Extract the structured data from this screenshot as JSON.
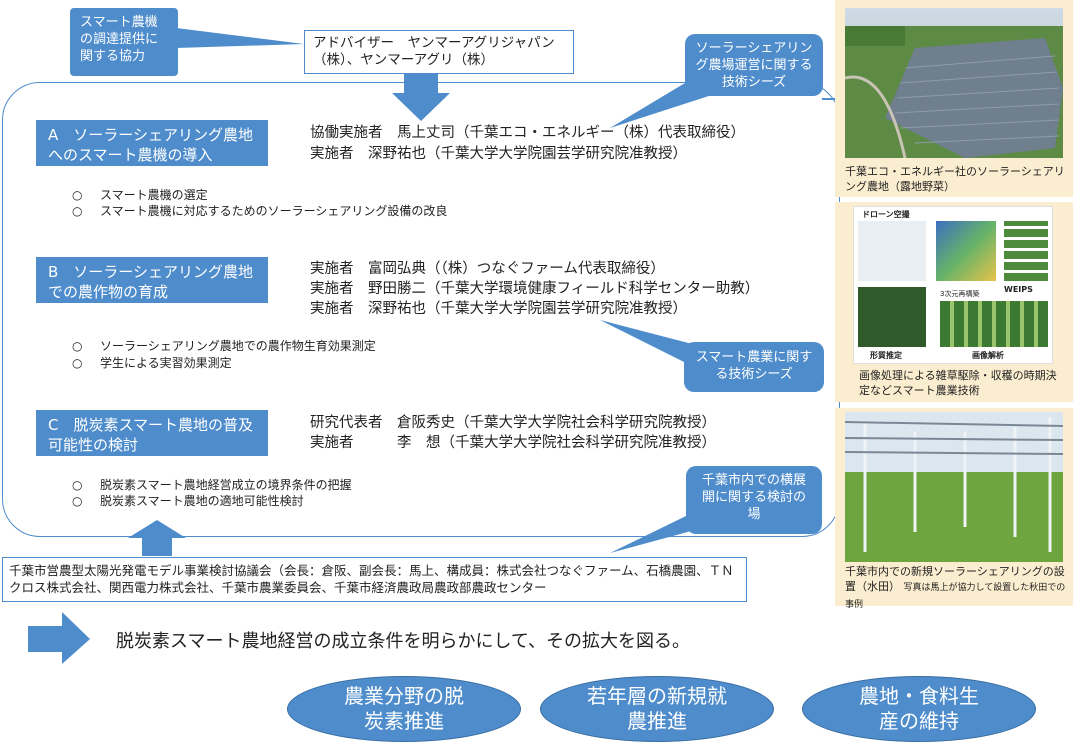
{
  "callouts": {
    "procure": "スマート農機の調達提供に関する協力",
    "solar_tech": "ソーラーシェアリング農場運営に関する技術シーズ",
    "smart_tech": "スマート農業に関する技術シーズ",
    "expansion": "千葉市内での横展開に関する検討の場"
  },
  "advisor": "アドバイザー　ヤンマーアグリジャパン（株）、ヤンマーアグリ（株）",
  "sections": {
    "a": {
      "title": "A　ソーラーシェアリング農地へのスマート農機の導入",
      "people": [
        "協働実施者　馬上丈司（千葉エコ・エネルギー（株）代表取締役）",
        "実施者　深野祐也（千葉大学大学院園芸学研究院准教授）"
      ],
      "items": [
        "スマート農機の選定",
        "スマート農機に対応するためのソーラーシェアリング設備の改良"
      ]
    },
    "b": {
      "title": "B　ソーラーシェアリング農地での農作物の育成",
      "people": [
        "実施者　富岡弘典（（株）つなぐファーム代表取締役）",
        "実施者　野田勝二（千葉大学環境健康フィールド科学センター助教）",
        "実施者　深野祐也（千葉大学大学院園芸学研究院准教授）"
      ],
      "items": [
        "ソーラーシェアリング農地での農作物生育効果測定",
        "学生による実習効果測定"
      ]
    },
    "c": {
      "title": "C　脱炭素スマート農地の普及可能性の検討",
      "people": [
        "研究代表者　倉阪秀史（千葉大学大学院社会科学研究院教授）",
        "実施者　　　李　想（千葉大学大学院社会科学研究院准教授）"
      ],
      "items": [
        "脱炭素スマート農地経営成立の境界条件の把握",
        "脱炭素スマート農地の適地可能性検討"
      ]
    }
  },
  "bullet_mark": "○",
  "council": "千葉市営農型太陽光発電モデル事業検討協議会（会長：倉阪、副会長：馬上、構成員：株式会社つなぐファーム、石橋農園、ＴＮクロス株式会社、関西電力株式会社、千葉市農業委員会、千葉市経済農政局農政部農政センター",
  "conclusion": "脱炭素スマート農地経営の成立条件を明らかにして、その拡大を図る。",
  "goals": [
    "農業分野の脱炭素推進",
    "若年層の新規就農推進",
    "農地・食料生産の維持"
  ],
  "photos": {
    "p1_caption": "千葉エコ・エネルギー社のソーラーシェアリング農地（露地野菜）",
    "p2_caption": "画像処理による雑草駆除・収穫の時期決定などスマート農業技術",
    "p2_labels": {
      "drone": "ドローン空撮",
      "model3d": "3次元再構築",
      "weips": "WEIPS",
      "trait": "形質推定",
      "analysis": "画像解析"
    },
    "p3_caption_main": "千葉市内での新規ソーラーシェアリングの設置（水田）",
    "p3_caption_small": "写真は馬上が協力して設置した秋田での事例"
  },
  "colors": {
    "accent": "#4e8ccc",
    "panel_bg": "#fbeed0",
    "frame": "#4e8ccc"
  }
}
